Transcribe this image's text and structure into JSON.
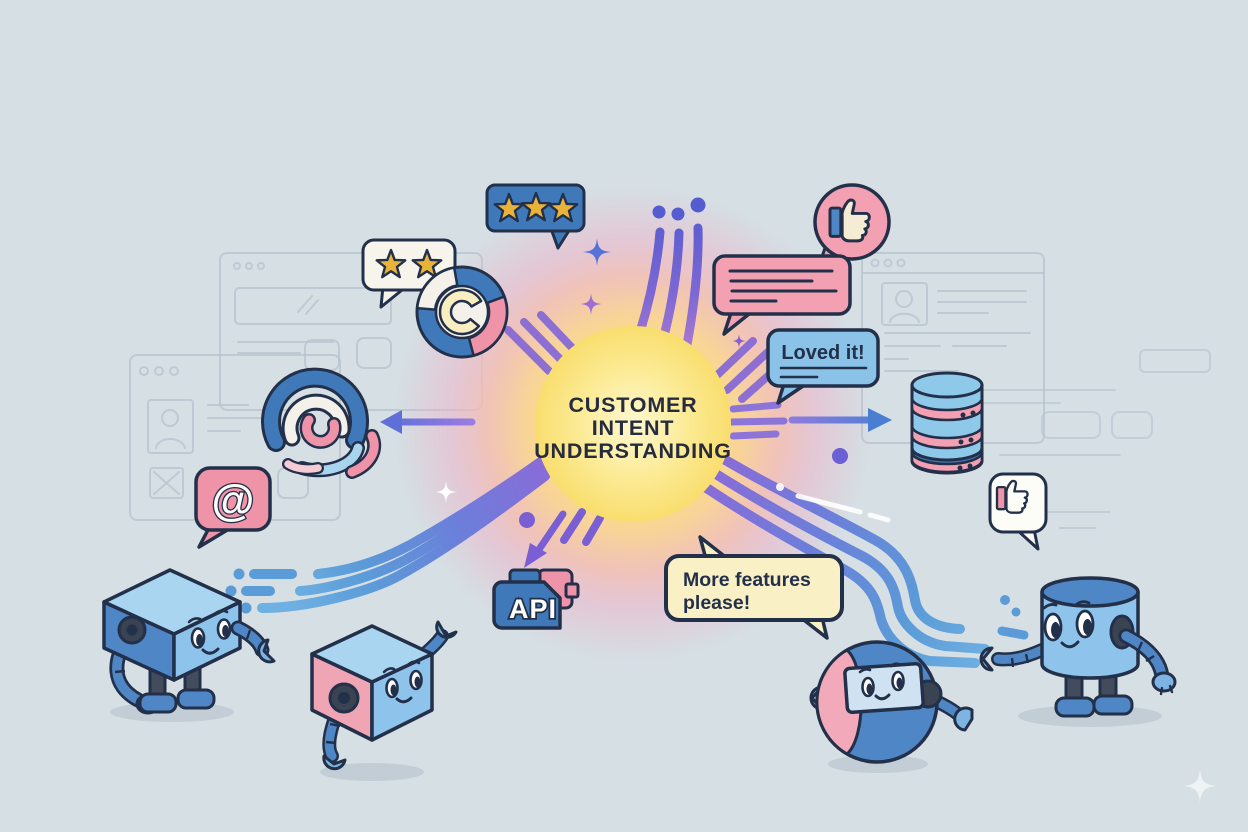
{
  "meta": {
    "description": "Flat cartoon illustration: customer feedback channels (reviews, messages, likes, data) flowing into a glowing central hub labelled Customer Intent Understanding, surrounded by friendly robots",
    "background_color": "#d5dfe4"
  },
  "center": {
    "line1": "CUSTOMER",
    "line2": "INTENT",
    "line3": "UNDERSTANDING"
  },
  "labels": {
    "loved_it": "Loved it!",
    "more_features_line1": "More features",
    "more_features_line2": "please!",
    "api": "API",
    "at_symbol": "@"
  },
  "ratings": {
    "top_bubble_stars": 3,
    "left_bubble_stars": 2
  },
  "icons": [
    "three-star-review-bubble",
    "two-star-review-bubble",
    "donut-chart-icon",
    "swirl-icon",
    "mention-at-bubble",
    "thumbs-up-badge",
    "feedback-message-bubble",
    "loved-it-bubble",
    "database-icon",
    "thumbs-up-bubble",
    "api-plugin-icon",
    "feature-request-bubble",
    "cube-robot-walking",
    "cube-robot-floating",
    "sphere-robot",
    "cylinder-robot",
    "sun-hub",
    "sparkles",
    "data-streams",
    "left-arrow",
    "right-arrow",
    "down-arrow",
    "wireframe-browser-windows"
  ],
  "colors": {
    "background": "#d5dfe4",
    "outline": "#23304a",
    "blue": "#3f79ba",
    "light_blue": "#8ec4ec",
    "sky_blue": "#a9d5f0",
    "pink": "#f0a0b2",
    "cream": "#f9f0c5",
    "gold": "#e9b33a",
    "purple": "#7a68d8",
    "stream_blue": "#5b9bd8",
    "sun_yellow": "#fbe176",
    "bubble_blue": "#8ac2e8",
    "paper_white": "#f7f4ec"
  }
}
